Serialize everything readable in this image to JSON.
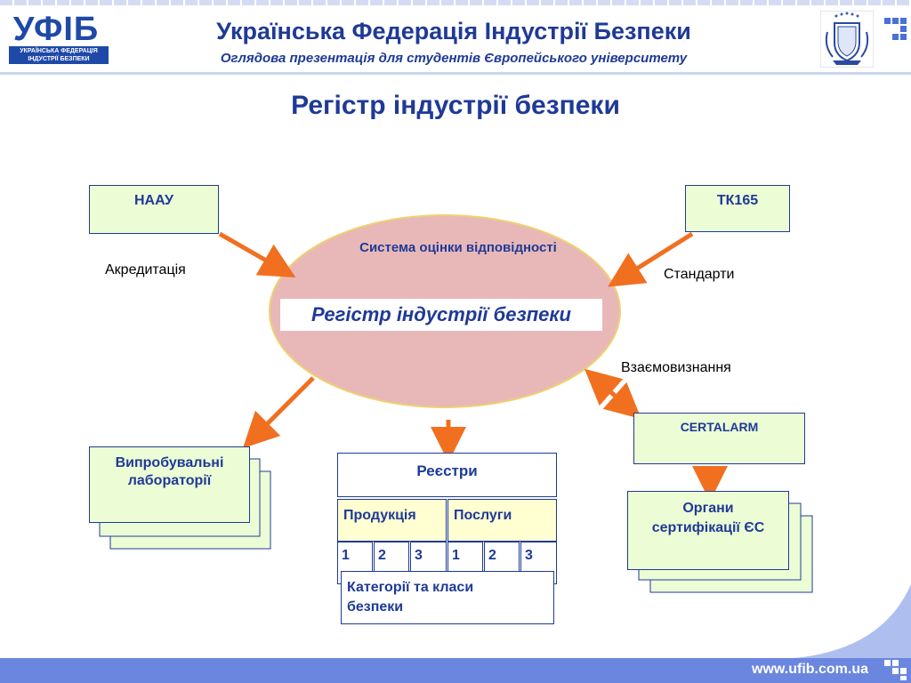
{
  "header": {
    "logo_text": "УФІБ",
    "logo_sub_1": "УКРАЇНСЬКА ФЕДЕРАЦІЯ",
    "logo_sub_2": "ІНДУСТРІЇ БЕЗПЕКИ",
    "title": "Українська Федерація Індустрії Безпеки",
    "subtitle": "Оглядова презентація для студентів Європейського університету"
  },
  "slide_title": "Регістр індустрії безпеки",
  "diagram": {
    "naau": "НААУ",
    "tk165": "ТК165",
    "accreditation": "Акредитація",
    "standards": "Стандарти",
    "mutual_recognition": "Взаємовизнання",
    "ellipse_heading": "Система оцінки відповідності",
    "ellipse_main": "Регістр індустрії безпеки",
    "labs": [
      "Випробувальні",
      "лабораторії"
    ],
    "registers": "Реєстри",
    "products": "Продукція",
    "services": "Послуги",
    "product_numbers": [
      "1",
      "2",
      "3"
    ],
    "service_numbers": [
      "1",
      "2",
      "3"
    ],
    "categories": [
      "Категорії  та класи",
      "безпеки"
    ],
    "certalarm": "CERTALARM",
    "cert_bodies": [
      "Органи",
      "сертифікації ЄС"
    ]
  },
  "footer": {
    "url": "www.ufib.com.ua"
  },
  "colors": {
    "title_blue": "#1f3a96",
    "arrow_orange": "#f07020",
    "ellipse_pink": "#e8b8b8",
    "box_green": "#ecfdd6",
    "cell_yellow": "#ffffd2",
    "footer_blue": "#6a86df"
  }
}
